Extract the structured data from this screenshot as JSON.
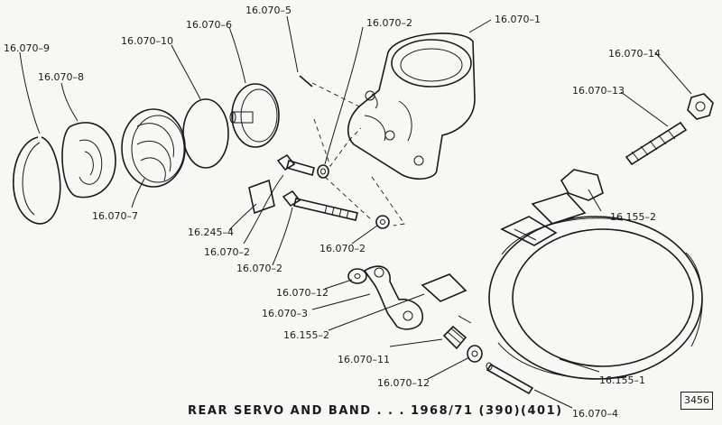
{
  "caption": "REAR SERVO AND BAND . . . 1968/71 (390)(401)",
  "page_number": "3456",
  "labels": {
    "p16_070_9": "16.070–9",
    "p16_070_8": "16.070–8",
    "p16_070_10": "16.070–10",
    "p16_070_6": "16.070–6",
    "p16_070_5": "16.070–5",
    "p16_070_2_top": "16.070–2",
    "p16_070_1": "16.070–1",
    "p16_070_14": "16.070–14",
    "p16_070_13": "16.070–13",
    "p16_070_7": "16.070–7",
    "p16_245_4": "16.245–4",
    "p16_070_2_a": "16.070–2",
    "p16_070_2_b": "16.070–2",
    "p16_070_2_c": "16.070–2",
    "p16_155_2_right": "16.155–2",
    "p16_070_12_top": "16.070–12",
    "p16_070_3": "16.070–3",
    "p16_155_2_left": "16.155–2",
    "p16_070_11": "16.070–11",
    "p16_070_12_bottom": "16.070–12",
    "p16_155_1": "16.155–1",
    "p16_070_4": "16.070–4"
  }
}
